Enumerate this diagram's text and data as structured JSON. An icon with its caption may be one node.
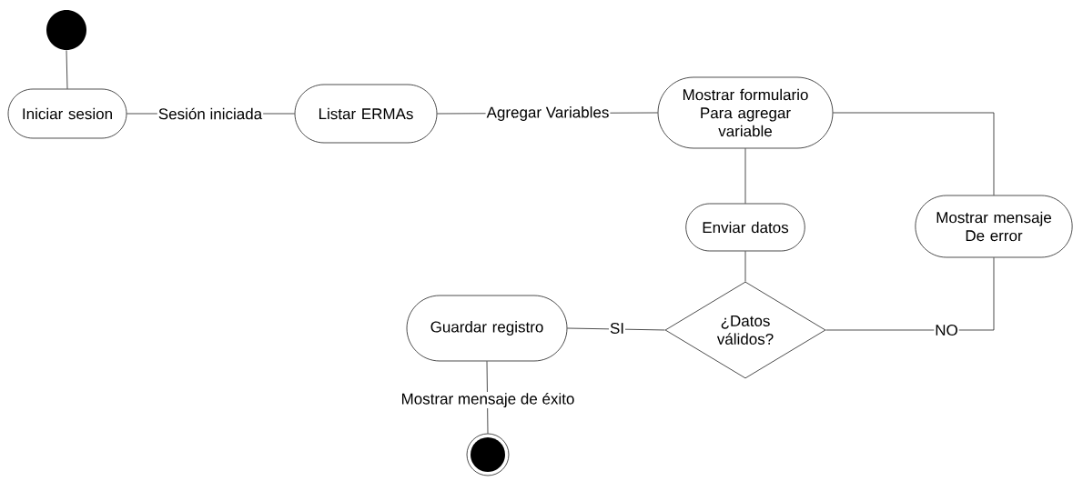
{
  "diagram": {
    "nodes": [
      {
        "text": [],
        "shape": "circle"
      },
      {
        "text": [
          "Iniciar sesion"
        ]
      },
      {
        "text": [
          "Listar ERMAs"
        ]
      },
      {
        "text": [
          "Mostrar formulario Para agregar variable"
        ]
      },
      {
        "text": [
          "Enviar datos"
        ]
      },
      {
        "text": [
          "Mostrar mensaje De error"
        ]
      },
      {
        "text": [
          "¿Datos válidos?"
        ]
      },
      {
        "text": [
          "Guardar registro"
        ]
      },
      {
        "text": [],
        "shape": "circle"
      }
    ],
    "edges": [
      {
        "from": 0,
        "to": 1,
        "arrow": "none"
      },
      {
        "from": 1,
        "to": 2,
        "arrow": "none",
        "label": "Sesión iniciada"
      },
      {
        "from": 2,
        "to": 3,
        "arrow": "none",
        "label": "Agregar Variables"
      },
      {
        "from": 3,
        "to": 4,
        "arrow": "none"
      },
      {
        "from": 3,
        "to": 5,
        "arrow": "none"
      },
      {
        "from": 4,
        "to": 6,
        "arrow": "none"
      },
      {
        "from": 6,
        "to": 7,
        "arrow": "none",
        "label": "SI"
      },
      {
        "from": 6,
        "to": 5,
        "arrow": "none",
        "label": "NO"
      },
      {
        "from": 7,
        "to": 8,
        "arrow": "none",
        "label": "Mostrar mensaje de éxito"
      }
    ]
  }
}
